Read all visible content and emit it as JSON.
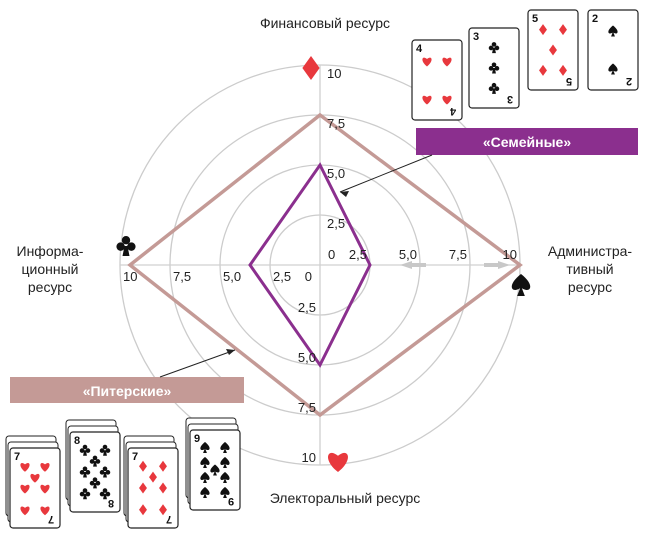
{
  "colors": {
    "grid": "#cccccc",
    "axis": "#d0d0d0",
    "semeinye": "#8b2f8e",
    "piterskie": "#c49a96",
    "red_suit": "#e8383d",
    "black_suit": "#111111"
  },
  "chart_data": {
    "type": "radar",
    "rlim": [
      0,
      10
    ],
    "grid_values": [
      2.5,
      5,
      7.5,
      10
    ],
    "axes": [
      {
        "key": "finance",
        "label_lines": [
          "Финансовый ресурс"
        ],
        "suit": "diamond",
        "tick_labels": [
          "2,5",
          "5,0",
          "7,5",
          "10"
        ]
      },
      {
        "key": "admin",
        "label_lines": [
          "Администра-",
          "тивный",
          "ресурс"
        ],
        "suit": "spade",
        "tick_labels": [
          "2,5",
          "5,0",
          "7,5",
          "10"
        ]
      },
      {
        "key": "electoral",
        "label_lines": [
          "Электоральный ресурс"
        ],
        "suit": "heart",
        "tick_labels": [
          "2,5",
          "5,0",
          "7,5",
          "10"
        ]
      },
      {
        "key": "info",
        "label_lines": [
          "Информа-",
          "ционный",
          "ресурс"
        ],
        "suit": "club",
        "tick_labels": [
          "2,5",
          "5,0",
          "7,5",
          "10"
        ]
      }
    ],
    "center_labels": [
      "0",
      "0"
    ],
    "series": [
      {
        "name": "«Семейные»",
        "key": "semeinye",
        "values": [
          5,
          2.5,
          5,
          3.5
        ]
      },
      {
        "name": "«Питерские»",
        "key": "piterskie",
        "values": [
          7.5,
          10,
          7.5,
          9.5
        ]
      }
    ]
  },
  "card_groups": {
    "semeinye": [
      {
        "rank": "4",
        "suit": "heart"
      },
      {
        "rank": "3",
        "suit": "club"
      },
      {
        "rank": "5",
        "suit": "diamond"
      },
      {
        "rank": "2",
        "suit": "spade"
      }
    ],
    "piterskie": [
      {
        "rank": "7",
        "suit": "heart"
      },
      {
        "rank": "8",
        "suit": "club"
      },
      {
        "rank": "7",
        "suit": "diamond"
      },
      {
        "rank": "9",
        "suit": "spade"
      }
    ]
  }
}
